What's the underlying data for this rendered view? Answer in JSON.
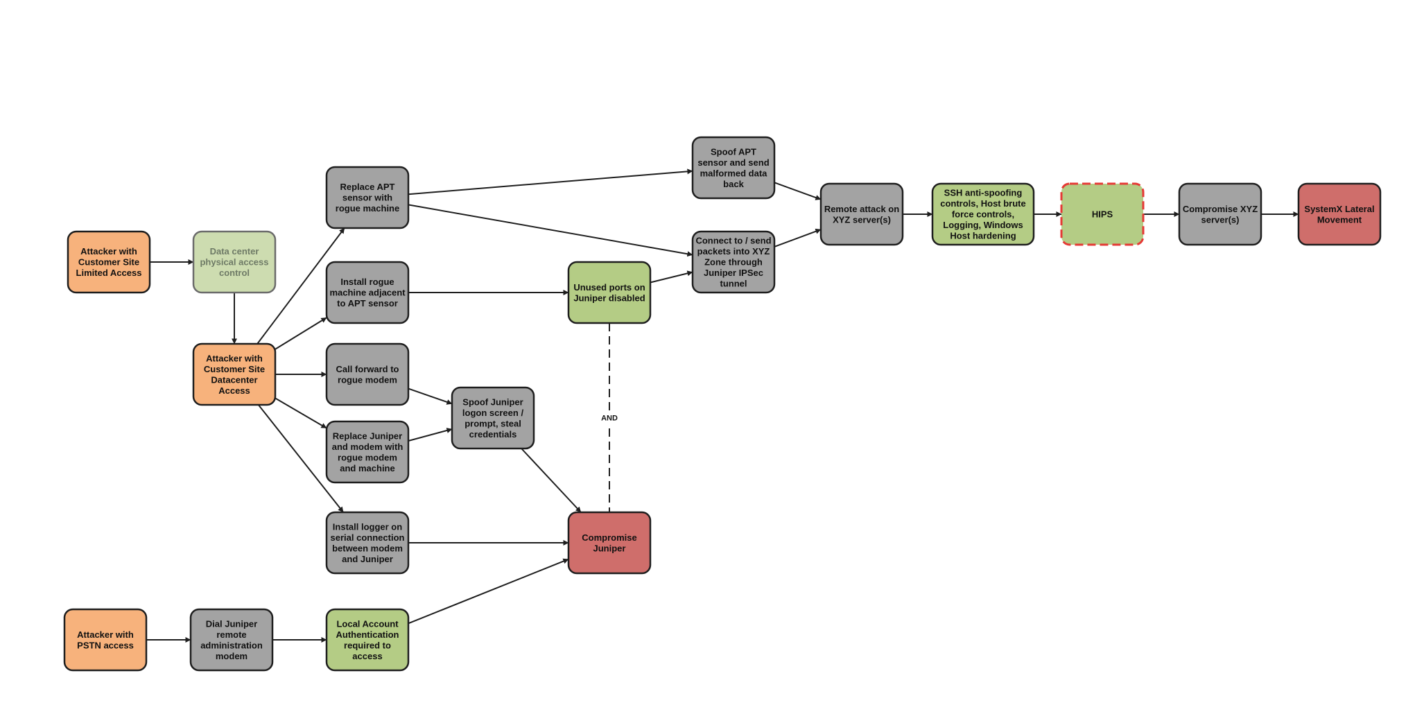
{
  "colors": {
    "orange": "#f7b27c",
    "gray": "#a3a3a3",
    "green": "#b4cc85",
    "light_green": "#cddcb0",
    "red": "#cf6e6b",
    "stroke": "#1e1e1e",
    "dashed_red": "#e53935"
  },
  "nodes": [
    {
      "id": "limited-access",
      "fill": "orange",
      "lines": [
        "Attacker with",
        "Customer Site",
        "Limited Access"
      ]
    },
    {
      "id": "dc-access-control",
      "fill": "light_green",
      "faded": true,
      "lines": [
        "Data center",
        "physical access",
        "control"
      ]
    },
    {
      "id": "dc-access",
      "fill": "orange",
      "lines": [
        "Attacker with",
        "Customer Site",
        "Datacenter",
        "Access"
      ]
    },
    {
      "id": "pstn-access",
      "fill": "orange",
      "lines": [
        "Attacker with",
        "PSTN access"
      ]
    },
    {
      "id": "replace-apt",
      "fill": "gray",
      "lines": [
        "Replace APT",
        "sensor with",
        "rogue machine"
      ]
    },
    {
      "id": "install-rogue",
      "fill": "gray",
      "lines": [
        "Install rogue",
        "machine adjacent",
        "to APT sensor"
      ]
    },
    {
      "id": "call-forward",
      "fill": "gray",
      "lines": [
        "Call forward to",
        "rogue modem"
      ]
    },
    {
      "id": "replace-juniper",
      "fill": "gray",
      "lines": [
        "Replace Juniper",
        "and modem with",
        "rogue modem",
        "and machine"
      ]
    },
    {
      "id": "install-logger",
      "fill": "gray",
      "lines": [
        "Install logger on",
        "serial connection",
        "between modem",
        "and Juniper"
      ]
    },
    {
      "id": "dial-juniper",
      "fill": "gray",
      "lines": [
        "Dial Juniper",
        "remote",
        "administration",
        "modem"
      ]
    },
    {
      "id": "local-auth",
      "fill": "green",
      "lines": [
        "Local Account",
        "Authentication",
        "required to",
        "access"
      ]
    },
    {
      "id": "spoof-juniper",
      "fill": "gray",
      "lines": [
        "Spoof Juniper",
        "logon screen /",
        "prompt, steal",
        "credentials"
      ]
    },
    {
      "id": "unused-ports",
      "fill": "green",
      "lines": [
        "Unused ports on",
        "Juniper disabled"
      ]
    },
    {
      "id": "compromise-juniper",
      "fill": "red",
      "lines": [
        "Compromise",
        "Juniper"
      ]
    },
    {
      "id": "spoof-apt",
      "fill": "gray",
      "lines": [
        "Spoof APT",
        "sensor and send",
        "malformed data",
        "back"
      ]
    },
    {
      "id": "connect-send",
      "fill": "gray",
      "lines": [
        "Connect to / send",
        "packets into XYZ",
        "Zone through",
        "Juniper IPSec",
        "tunnel"
      ]
    },
    {
      "id": "remote-attack",
      "fill": "gray",
      "lines": [
        "Remote attack on",
        "XYZ server(s)"
      ]
    },
    {
      "id": "ssh-controls",
      "fill": "green",
      "lines": [
        "SSH anti-spoofing",
        "controls, Host brute",
        "force controls,",
        "Logging, Windows",
        "Host hardening"
      ]
    },
    {
      "id": "hips",
      "fill": "green",
      "dashed": true,
      "lines": [
        "HIPS"
      ]
    },
    {
      "id": "compromise-xyz",
      "fill": "gray",
      "lines": [
        "Compromise XYZ",
        "server(s)"
      ]
    },
    {
      "id": "systemx-lateral",
      "fill": "red",
      "lines": [
        "SystemX Lateral",
        "Movement"
      ]
    }
  ],
  "edges": [
    {
      "from": "limited-access",
      "to": "dc-access-control"
    },
    {
      "from": "dc-access-control",
      "to": "dc-access"
    },
    {
      "from": "dc-access",
      "to": "replace-apt"
    },
    {
      "from": "dc-access",
      "to": "install-rogue"
    },
    {
      "from": "dc-access",
      "to": "call-forward"
    },
    {
      "from": "dc-access",
      "to": "replace-juniper"
    },
    {
      "from": "dc-access",
      "to": "install-logger"
    },
    {
      "from": "replace-apt",
      "to": "spoof-apt"
    },
    {
      "from": "replace-apt",
      "to": "connect-send"
    },
    {
      "from": "install-rogue",
      "to": "unused-ports"
    },
    {
      "from": "unused-ports",
      "to": "connect-send"
    },
    {
      "from": "call-forward",
      "to": "spoof-juniper"
    },
    {
      "from": "replace-juniper",
      "to": "spoof-juniper"
    },
    {
      "from": "spoof-juniper",
      "to": "compromise-juniper"
    },
    {
      "from": "install-logger",
      "to": "compromise-juniper"
    },
    {
      "from": "pstn-access",
      "to": "dial-juniper"
    },
    {
      "from": "dial-juniper",
      "to": "local-auth"
    },
    {
      "from": "local-auth",
      "to": "compromise-juniper"
    },
    {
      "from": "spoof-apt",
      "to": "remote-attack"
    },
    {
      "from": "connect-send",
      "to": "remote-attack"
    },
    {
      "from": "remote-attack",
      "to": "ssh-controls"
    },
    {
      "from": "ssh-controls",
      "to": "hips"
    },
    {
      "from": "hips",
      "to": "compromise-xyz"
    },
    {
      "from": "compromise-xyz",
      "to": "systemx-lateral"
    },
    {
      "from": "unused-ports",
      "to": "compromise-juniper",
      "dashed": true,
      "label": "AND"
    }
  ]
}
